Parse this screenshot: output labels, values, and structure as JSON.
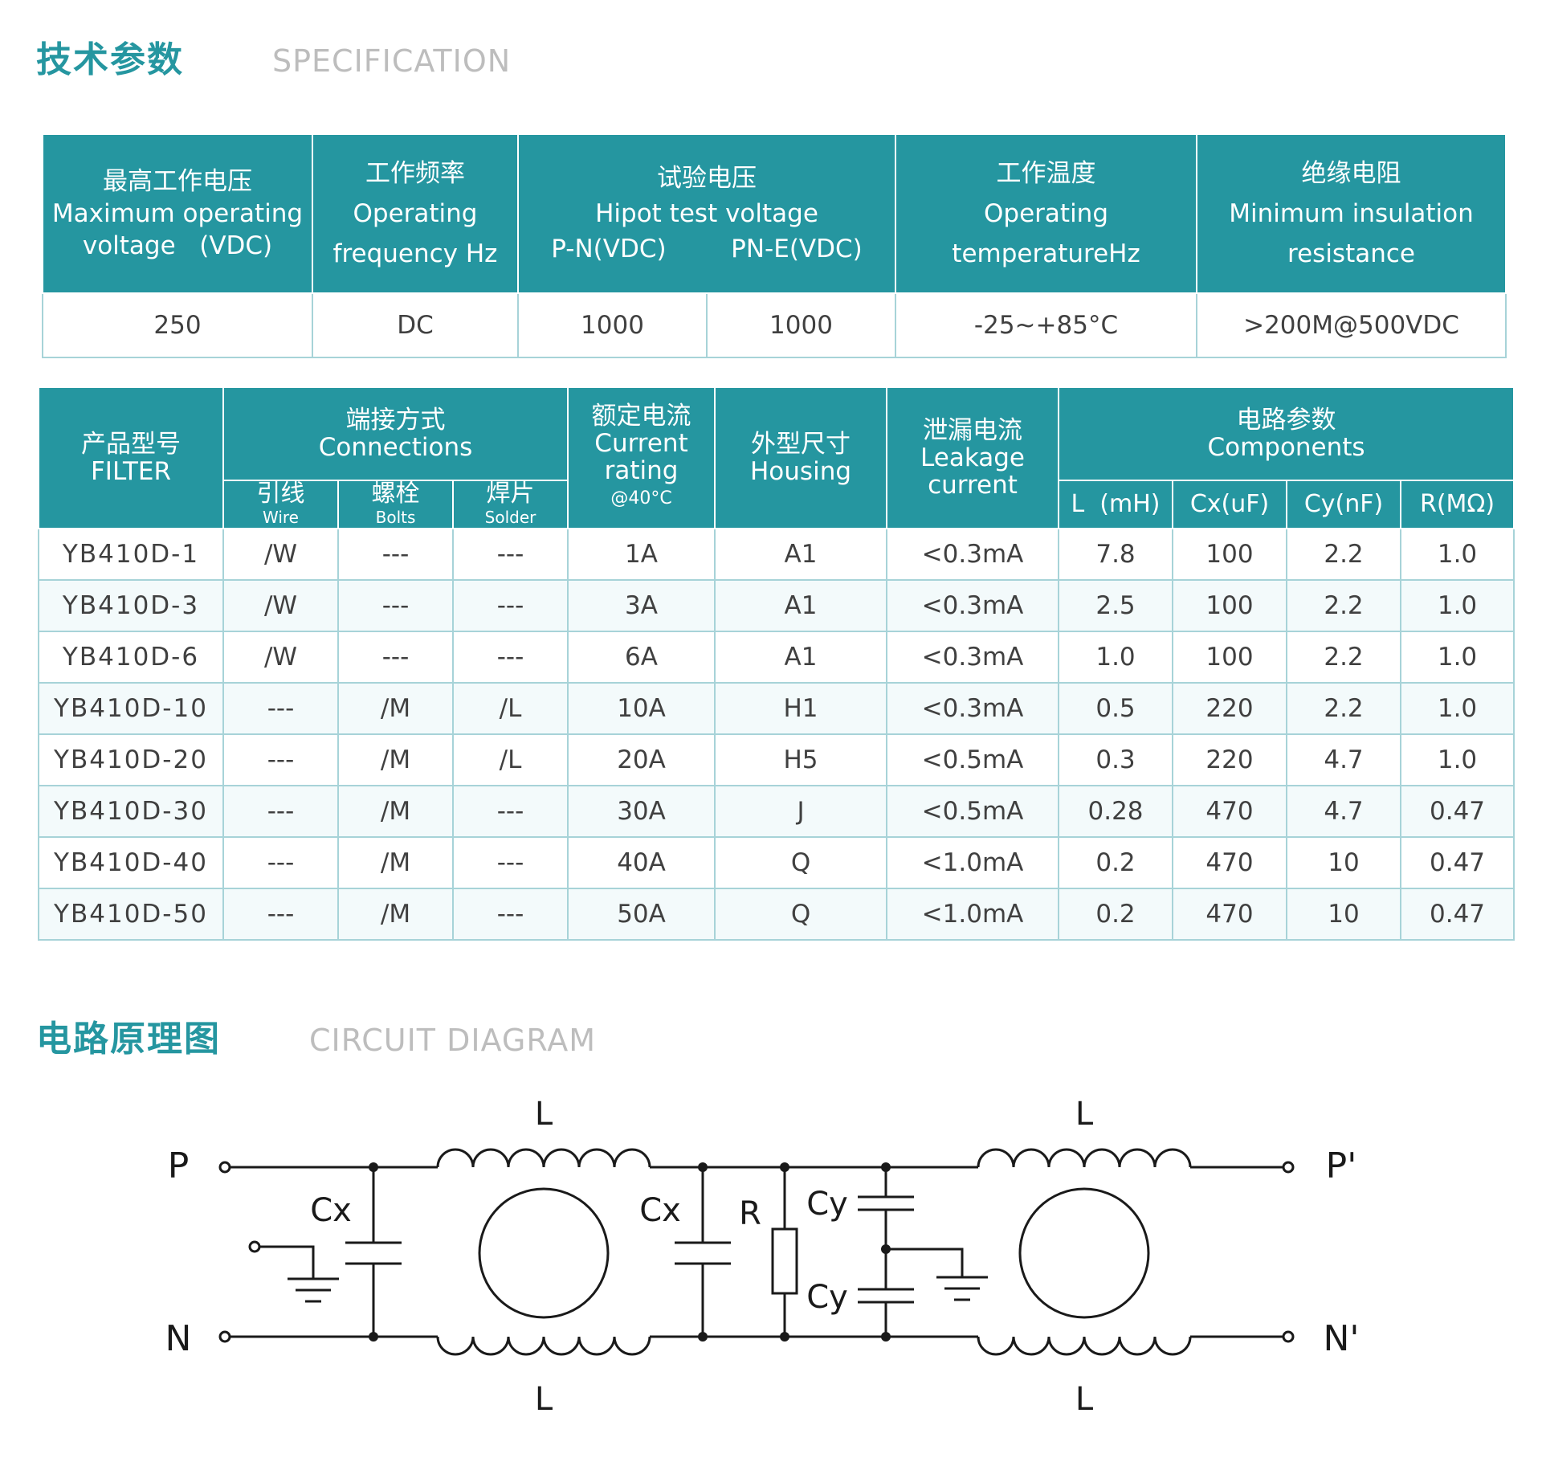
{
  "spec_section": {
    "title_cn": "技术参数",
    "title_en": "SPECIFICATION"
  },
  "spec_table": {
    "headers": [
      {
        "cn": "最高工作电压",
        "en1": "Maximum operating",
        "en2": "voltage   (VDC)"
      },
      {
        "cn": "工作频率",
        "en1": "Operating",
        "en2": "frequency Hz"
      },
      {
        "cn": "试验电压",
        "en1": "Hipot test voltage",
        "sub1": "P-N(VDC)",
        "sub2": "PN-E(VDC)"
      },
      {
        "cn": "工作温度",
        "en1": "Operating",
        "en2": "temperatureHz"
      },
      {
        "cn": "绝缘电阻",
        "en1": "Minimum insulation",
        "en2": "resistance"
      }
    ],
    "values": [
      "250",
      "DC",
      "1000",
      "1000",
      "-25~+85°C",
      ">200M@500VDC"
    ]
  },
  "product_table": {
    "headers": {
      "filter_cn": "产品型号",
      "filter_en": "FILTER",
      "conn_cn": "端接方式",
      "conn_en": "Connections",
      "wire_cn": "引线",
      "wire_en": "Wire",
      "bolts_cn": "螺栓",
      "bolts_en": "Bolts",
      "solder_cn": "焊片",
      "solder_en": "Solder",
      "current_cn": "额定电流",
      "current_en1": "Current",
      "current_en2": "rating",
      "current_note": "@40°C",
      "housing_cn": "外型尺寸",
      "housing_en": "Housing",
      "leak_cn": "泄漏电流",
      "leak_en1": "Leakage",
      "leak_en2": "current",
      "comp_cn": "电路参数",
      "comp_en": "Components",
      "l": "L  (mH)",
      "cx": "Cx(uF)",
      "cy": "Cy(nF)",
      "r": "R(MΩ)"
    },
    "rows": [
      [
        "YB410D-1",
        "/W",
        "---",
        "---",
        "1A",
        "A1",
        "<0.3mA",
        "7.8",
        "100",
        "2.2",
        "1.0"
      ],
      [
        "YB410D-3",
        "/W",
        "---",
        "---",
        "3A",
        "A1",
        "<0.3mA",
        "2.5",
        "100",
        "2.2",
        "1.0"
      ],
      [
        "YB410D-6",
        "/W",
        "---",
        "---",
        "6A",
        "A1",
        "<0.3mA",
        "1.0",
        "100",
        "2.2",
        "1.0"
      ],
      [
        "YB410D-10",
        "---",
        "/M",
        "/L",
        "10A",
        "H1",
        "<0.3mA",
        "0.5",
        "220",
        "2.2",
        "1.0"
      ],
      [
        "YB410D-20",
        "---",
        "/M",
        "/L",
        "20A",
        "H5",
        "<0.5mA",
        "0.3",
        "220",
        "4.7",
        "1.0"
      ],
      [
        "YB410D-30",
        "---",
        "/M",
        "---",
        "30A",
        "J",
        "<0.5mA",
        "0.28",
        "470",
        "4.7",
        "0.47"
      ],
      [
        "YB410D-40",
        "---",
        "/M",
        "---",
        "40A",
        "Q",
        "<1.0mA",
        "0.2",
        "470",
        "10",
        "0.47"
      ],
      [
        "YB410D-50",
        "---",
        "/M",
        "---",
        "50A",
        "Q",
        "<1.0mA",
        "0.2",
        "470",
        "10",
        "0.47"
      ]
    ]
  },
  "circuit_section": {
    "title_cn": "电路原理图",
    "title_en": "CIRCUIT DIAGRAM"
  },
  "circuit": {
    "p": "P",
    "n": "N",
    "p_out": "P'",
    "n_out": "N'",
    "l": "L",
    "cx": "Cx",
    "r": "R",
    "cy": "Cy"
  },
  "colors": {
    "accent": "#2596a0",
    "border": "#a7d3d8",
    "en_title": "#bdbdbd"
  }
}
